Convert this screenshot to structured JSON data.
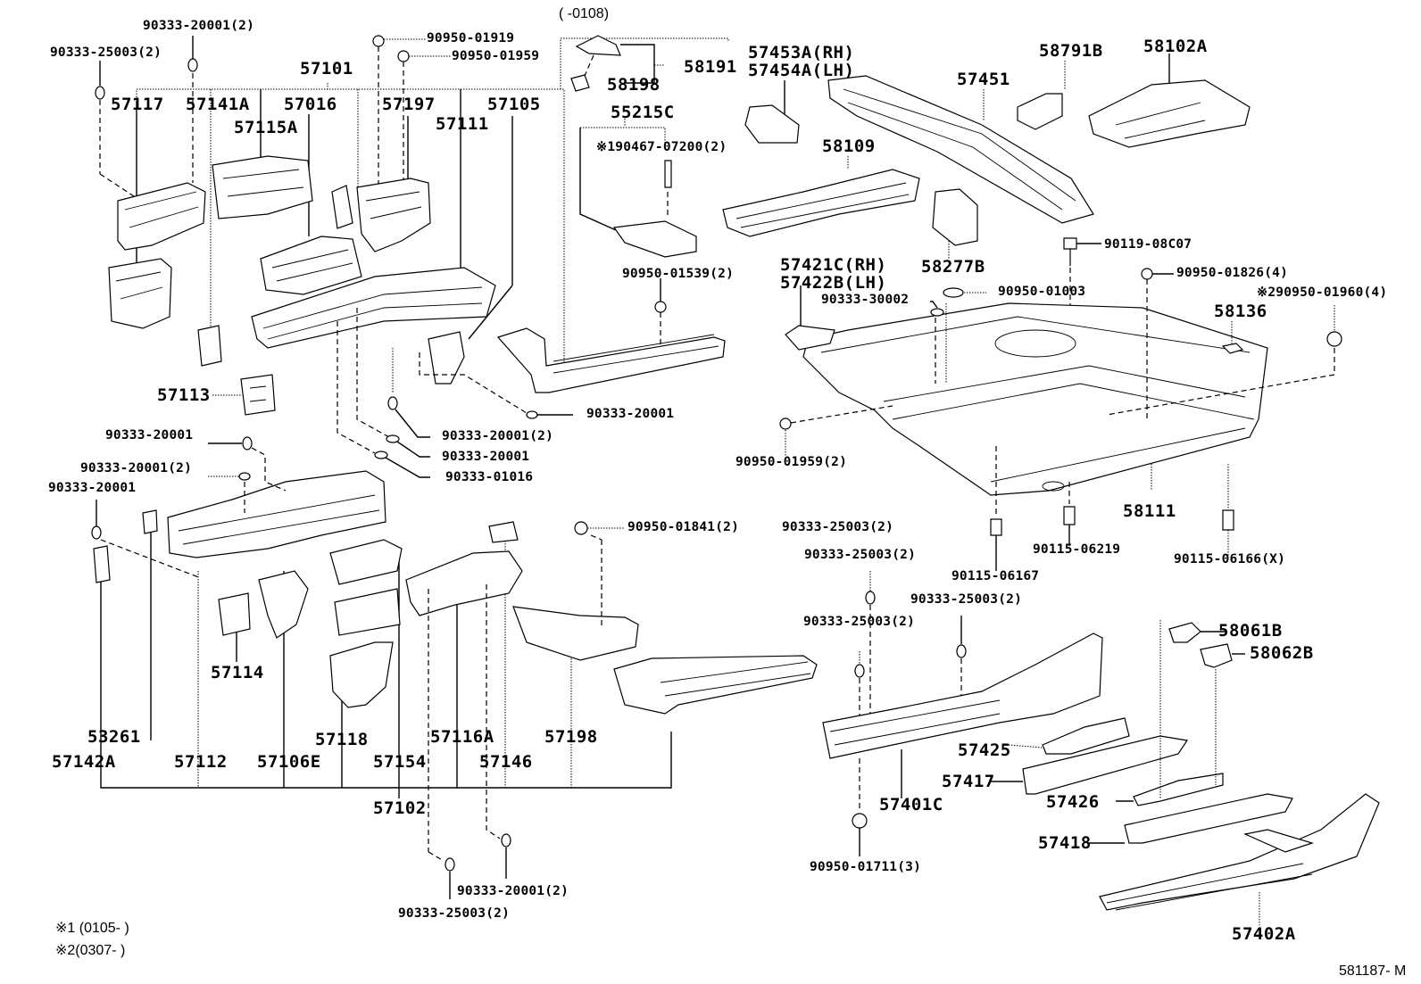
{
  "diagram": {
    "title_ref": "581187- M",
    "date_note": "( -0108)",
    "footnotes": [
      "※1 (0105-        )",
      "※2(0307-       )"
    ],
    "labels": {
      "p90333_25003_tl": "90333-25003(2)",
      "p90333_20001_tl": "90333-20001(2)",
      "p57101": "57101",
      "p57117": "57117",
      "p57141A": "57141A",
      "p57115A": "57115A",
      "p57016": "57016",
      "p90950_01919": "90950-01919",
      "p90950_01959_top": "90950-01959",
      "p57197": "57197",
      "p57111": "57111",
      "p57105": "57105",
      "p58191": "58191",
      "p58198": "58198",
      "p55215C": "55215C",
      "p190467_07200": "※190467-07200(2)",
      "p90950_01539": "90950-01539(2)",
      "p57453A": "57453A(RH)",
      "p57454A": "57454A(LH)",
      "p57451": "57451",
      "p58791B": "58791B",
      "p58102A": "58102A",
      "p58109": "58109",
      "p58277B": "58277B",
      "p90119_08C07": "90119-08C07",
      "p57421C": "57421C(RH)",
      "p57422B": "57422B(LH)",
      "p90333_30002": "90333-30002",
      "p90950_01003": "90950-01003",
      "p90950_01826": "90950-01826(4)",
      "p90950_01960": "※290950-01960(4)",
      "p58136": "58136",
      "p57113": "57113",
      "p90333_20001_a": "90333-20001",
      "p90333_20001_b": "90333-20001(2)",
      "p90333_20001_c": "90333-20001",
      "p90333_20001_m2": "90333-20001(2)",
      "p90333_20001_m1": "90333-20001",
      "p90333_01016": "90333-01016",
      "p90333_20001_mid": "90333-20001",
      "p90950_01959_2": "90950-01959(2)",
      "p58111": "58111",
      "p90115_06219": "90115-06219",
      "p90115_06166": "90115-06166(X)",
      "p90115_06167": "90115-06167",
      "p90950_01841": "90950-01841(2)",
      "p90333_25003_r1": "90333-25003(2)",
      "p90333_25003_r2": "90333-25003(2)",
      "p90333_25003_r3": "90333-25003(2)",
      "p90333_25003_r4": "90333-25003(2)",
      "p58061B": "58061B",
      "p58062B": "58062B",
      "p57114": "57114",
      "p53261": "53261",
      "p57118": "57118",
      "p57116A": "57116A",
      "p57198": "57198",
      "p57142A": "57142A",
      "p57112": "57112",
      "p57106E": "57106E",
      "p57154": "57154",
      "p57146": "57146",
      "p57102": "57102",
      "p57425": "57425",
      "p57417": "57417",
      "p57426": "57426",
      "p57418": "57418",
      "p57401C": "57401C",
      "p90950_01711": "90950-01711(3)",
      "p57402A": "57402A",
      "p90333_20001_bot": "90333-20001(2)",
      "p90333_25003_bot": "90333-25003(2)"
    }
  }
}
